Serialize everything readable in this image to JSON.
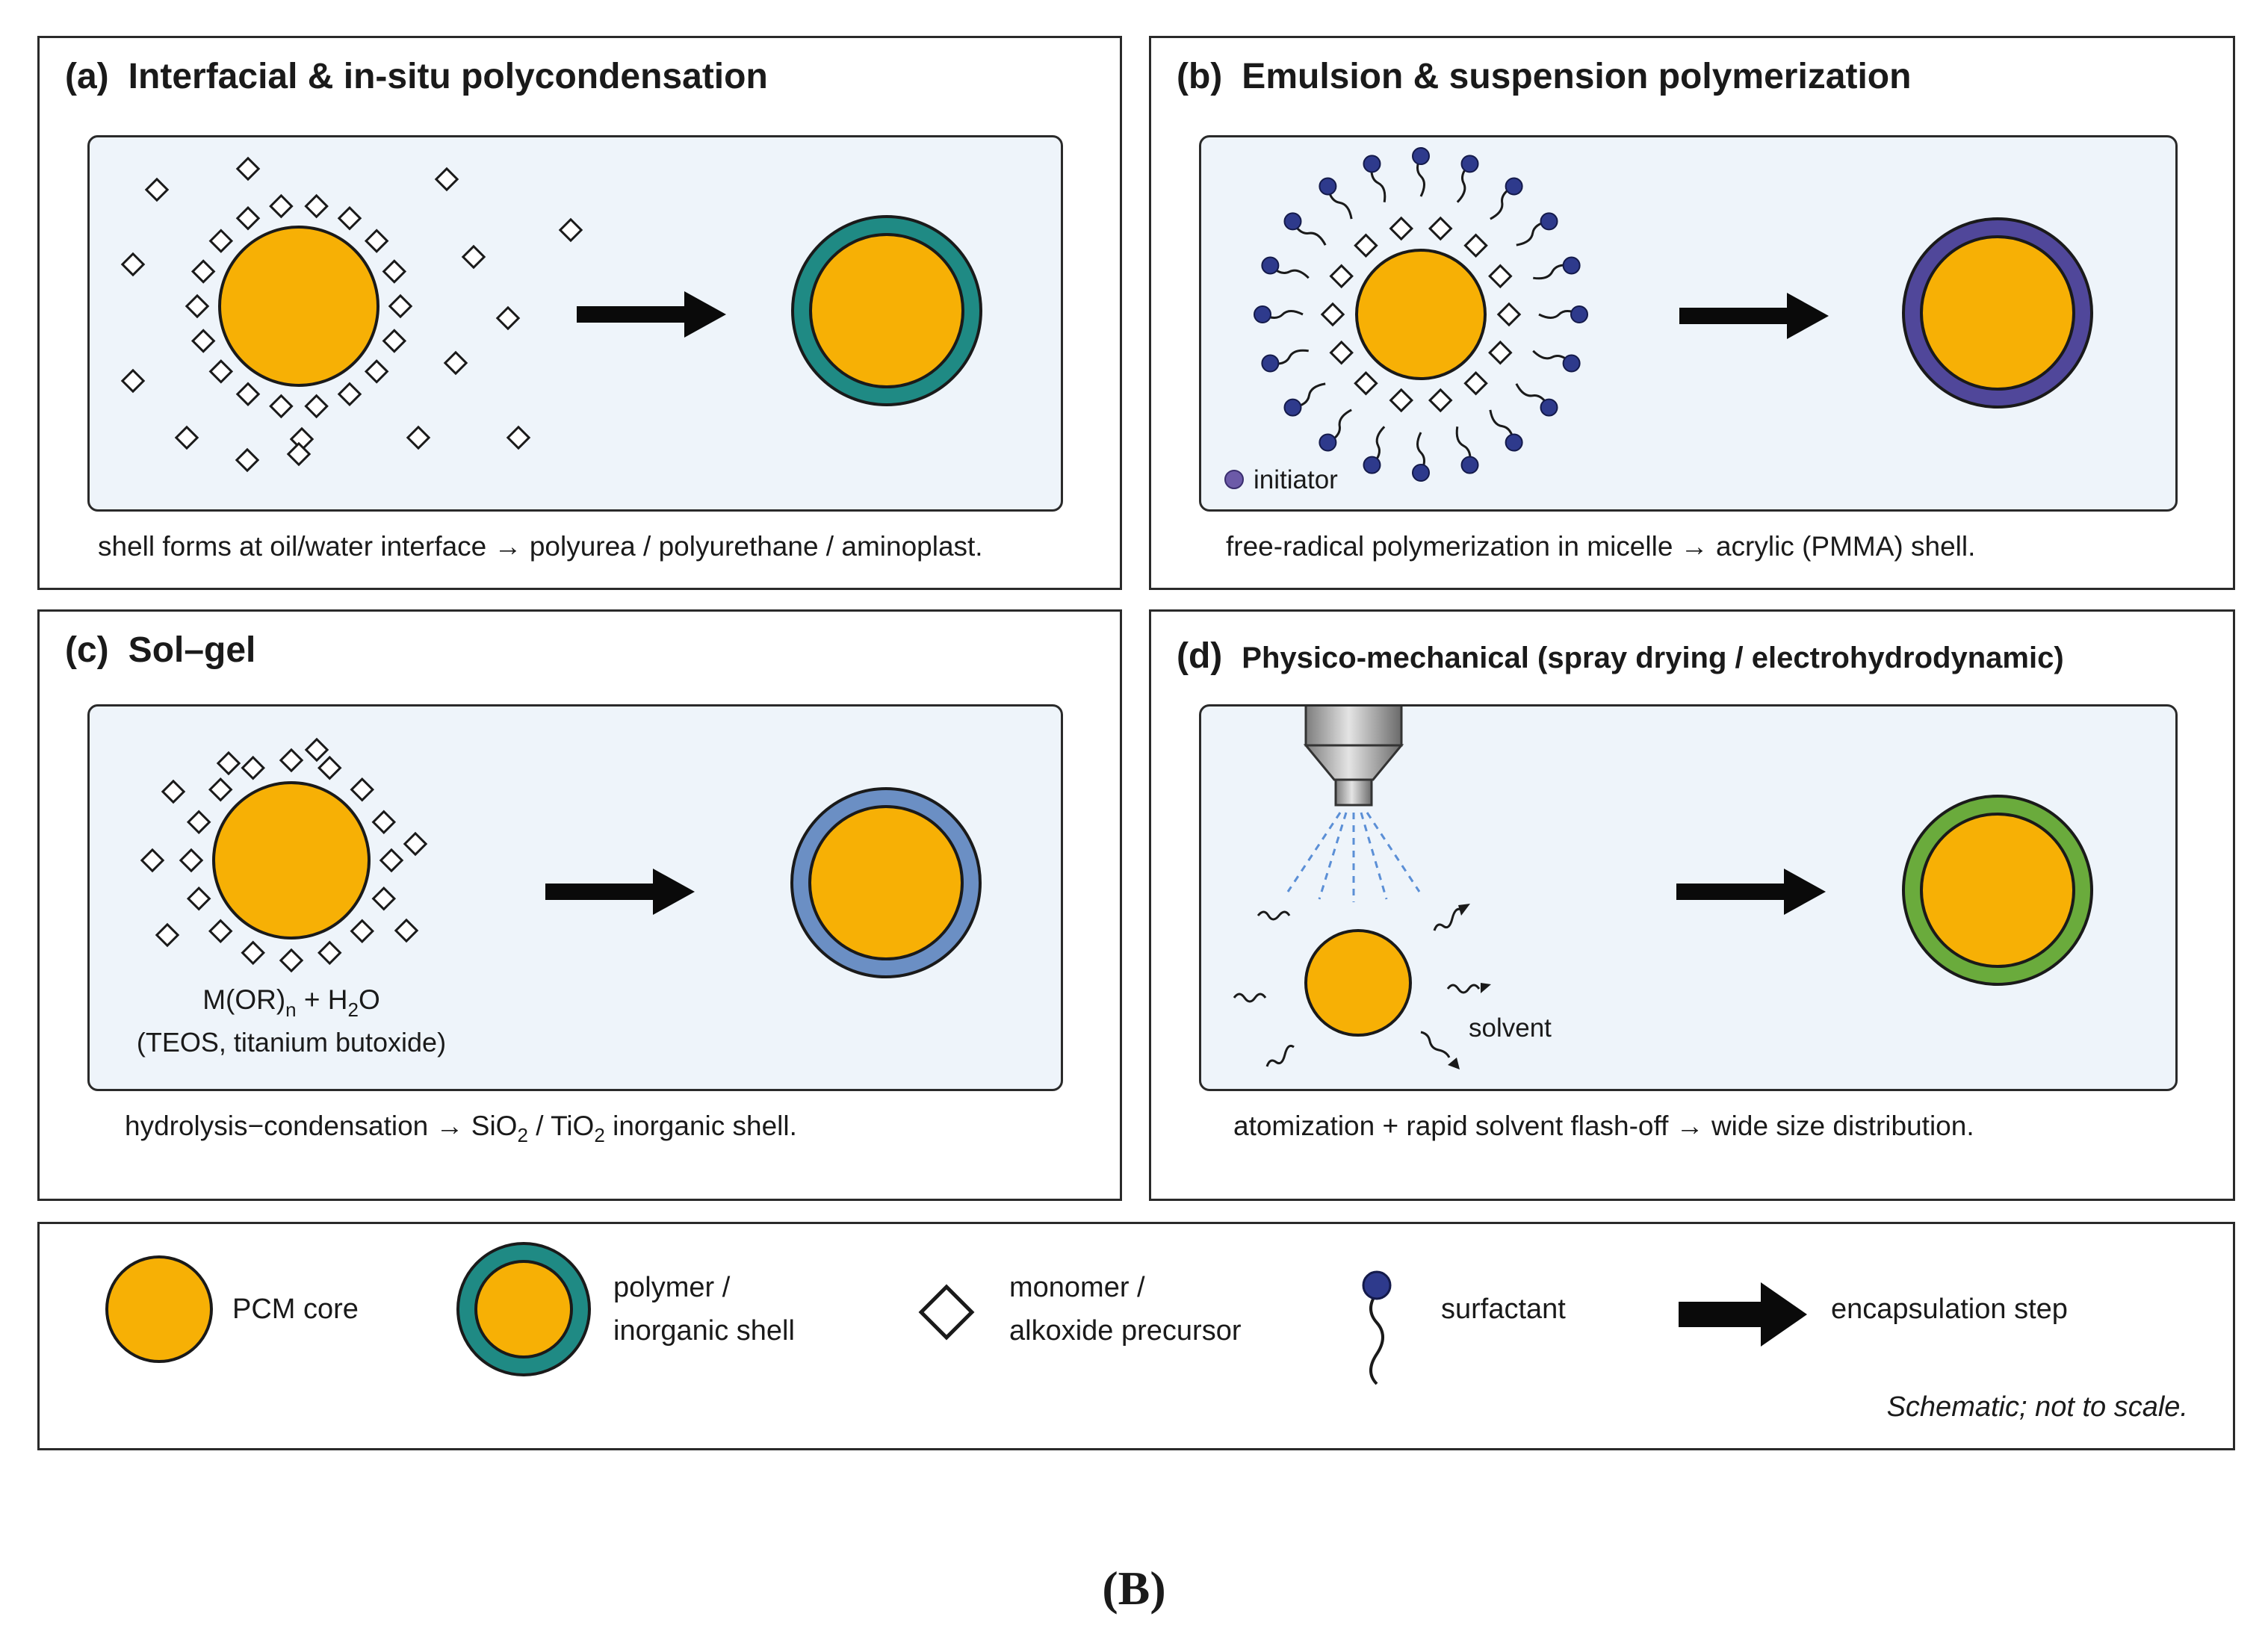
{
  "panels": {
    "a": {
      "tag": "(a)",
      "title": "Interfacial & in-situ polycondensation",
      "caption": "shell forms at oil/water interface → polyurea / polyurethane / aminoplast.",
      "shell_color": "#1f8a84"
    },
    "b": {
      "tag": "(b)",
      "title": "Emulsion & suspension polymerization",
      "caption": "free-radical polymerization in micelle → acrylic (PMMA) shell.",
      "initiator_label": "initiator",
      "shell_color": "#50479a"
    },
    "c": {
      "tag": "(c)",
      "title": "Sol–gel",
      "formula_main": "M(OR)",
      "formula_sub_n": "n",
      "formula_plus": " + H",
      "formula_sub_2": "2",
      "formula_end": "O",
      "formula_note": "(TEOS, titanium butoxide)",
      "caption_start": "hydrolysis−condensation → SiO",
      "caption_sub1": "2",
      "caption_mid": " / TiO",
      "caption_sub2": "2",
      "caption_end": " inorganic shell.",
      "shell_color": "#6b8fc4"
    },
    "d": {
      "tag": "(d)",
      "title": "Physico-mechanical (spray drying / electrohydrodynamic)",
      "solvent_label": "solvent",
      "caption": "atomization + rapid solvent flash-off → wide size distribution.",
      "shell_color": "#6aab3c"
    }
  },
  "legend": {
    "core": "PCM core",
    "shell_line1": "polymer /",
    "shell_line2": "inorganic shell",
    "monomer_line1": "monomer /",
    "monomer_line2": "alkoxide precursor",
    "surfactant": "surfactant",
    "arrow": "encapsulation step",
    "note": "Schematic; not to scale."
  },
  "figure_label": "(B)",
  "colors": {
    "core": "#f7b005",
    "inner_bg": "#eef4fa",
    "surfactant": "#2e3a8c",
    "outline": "#1a1a1a"
  }
}
